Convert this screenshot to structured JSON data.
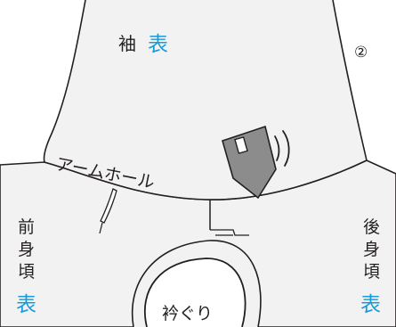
{
  "step_number": "②",
  "labels": {
    "sleeve": "袖",
    "sleeve_side": "表",
    "armhole": "アームホール",
    "front_bodice_1": "前",
    "front_bodice_2": "身",
    "front_bodice_3": "頃",
    "front_side": "表",
    "back_bodice_1": "後",
    "back_bodice_2": "身",
    "back_bodice_3": "頃",
    "back_side": "表",
    "neckline": "衿ぐり"
  },
  "colors": {
    "outline": "#231f20",
    "fabric": "#f2f2f2",
    "accent_blue": "#1a9ad6",
    "tool_gray": "#8c8c8c"
  },
  "icons": [
    "sewing-machine-presser-foot-icon",
    "vibration-icon",
    "pin-icon"
  ]
}
